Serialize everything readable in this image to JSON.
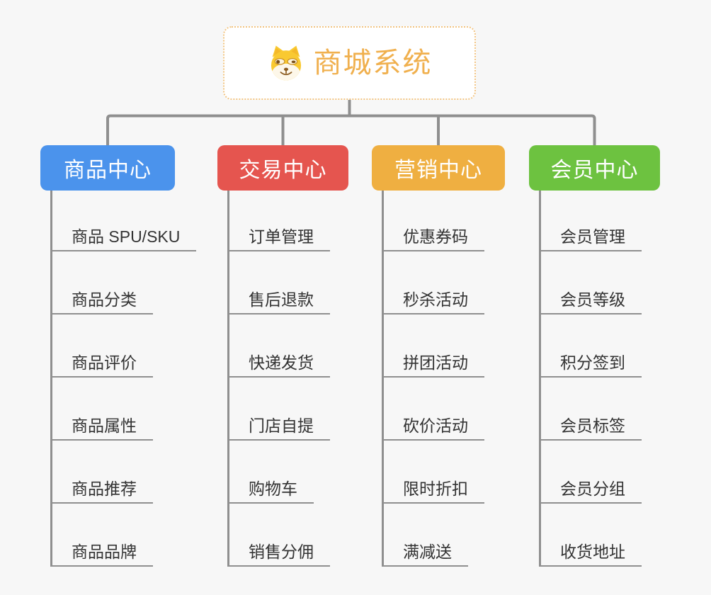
{
  "page": {
    "background": "#F7F7F7"
  },
  "root": {
    "title": "商城系统",
    "icon": "doge-icon"
  },
  "colors": {
    "root_accent": "#F0B04E",
    "root_border": "#F2C482",
    "connector": "#8F8F8F",
    "leaf_text": "#333333",
    "doge_yellow": "#F9C931",
    "doge_cream": "#FDF7E9",
    "doge_brown": "#8A5A1E"
  },
  "branches": [
    {
      "label": "商品中心",
      "color": "#4B93EC",
      "items": [
        "商品 SPU/SKU",
        "商品分类",
        "商品评价",
        "商品属性",
        "商品推荐",
        "商品品牌"
      ]
    },
    {
      "label": "交易中心",
      "color": "#E5554F",
      "items": [
        "订单管理",
        "售后退款",
        "快递发货",
        "门店自提",
        "购物车",
        "销售分佣"
      ]
    },
    {
      "label": "营销中心",
      "color": "#EFAF41",
      "items": [
        "优惠券码",
        "秒杀活动",
        "拼团活动",
        "砍价活动",
        "限时折扣",
        "满减送"
      ]
    },
    {
      "label": "会员中心",
      "color": "#6DC240",
      "items": [
        "会员管理",
        "会员等级",
        "积分签到",
        "会员标签",
        "会员分组",
        "收货地址"
      ]
    }
  ]
}
